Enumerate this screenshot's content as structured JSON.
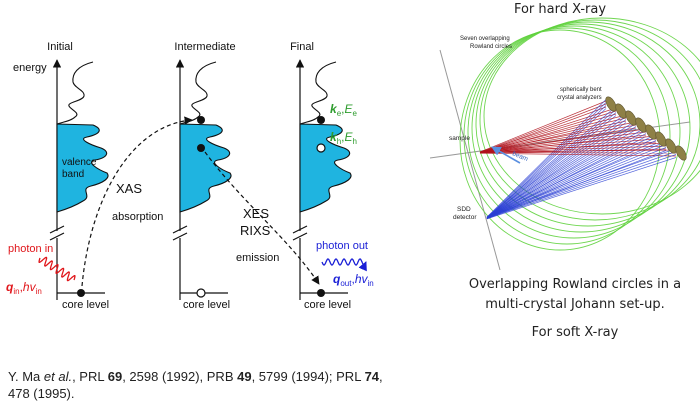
{
  "diagram": {
    "panels": {
      "initial": "Initial",
      "intermediate": "Intermediate",
      "final": "Final"
    },
    "axis_label": "energy",
    "valence_band": [
      "valence",
      "band"
    ],
    "labels": {
      "xas": "XAS",
      "absorption": "absorption",
      "xes": "XES",
      "rixs": "RIXS",
      "emission": "emission",
      "photon_in": "photon in",
      "photon_out": "photon out",
      "core_level": "core level"
    },
    "math": {
      "q": "q",
      "in": "in",
      "out": "out",
      "hv": "hv",
      "k": "k",
      "E": "E",
      "e": "e",
      "h": "h",
      "sep": ","
    },
    "colors": {
      "band_fill": "#1fb4e0",
      "photon_in": "#e0161b",
      "photon_out": "#1a1fd6",
      "final_state": "#2e9c2e",
      "rowland": "#5fd13d",
      "red_ray": "#b0121c",
      "blue_ray": "#2a3fd4",
      "crystal": "#8e8046"
    }
  },
  "rowland": {
    "header": "For hard X-ray",
    "title": [
      "Seven overlapping",
      "Rowland circles"
    ],
    "crystal_label": [
      "spherically bent",
      "crystal analyzers"
    ],
    "sample": "sample",
    "beam": "beam",
    "detector": [
      "SDD",
      "detector"
    ],
    "caption_lines": [
      "Overlapping Rowland circles in a",
      "multi-crystal Johann set-up."
    ],
    "soft": "For soft X-ray"
  },
  "citation": {
    "author": "Y. Ma ",
    "etal": "et al.",
    "j1": ", PRL ",
    "v1": "69",
    "r1": ", 2598 (1992), PRB ",
    "v2": "49",
    "r2": ", 5799 (1994); PRL ",
    "v3": "74",
    "r3": ",",
    "r4": "478 (1995)."
  }
}
